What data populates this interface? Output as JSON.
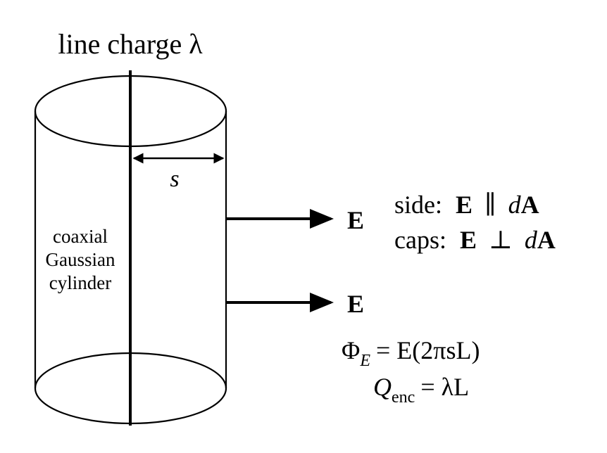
{
  "diagram": {
    "title": "line charge λ",
    "radius_label": "s",
    "cylinder_label_lines": [
      "coaxial",
      "Gaussian",
      "cylinder"
    ],
    "field_label": "E",
    "field_label_lower": "E",
    "side_relation": {
      "prefix": "side:",
      "lhs": "E",
      "symbol": "∥",
      "rhs_d": "d",
      "rhs_A": "A"
    },
    "caps_relation": {
      "prefix": "caps:",
      "lhs": "E",
      "symbol": "⊥",
      "rhs_d": "d",
      "rhs_A": "A"
    },
    "flux_equation": {
      "lhs": "Φ",
      "lhs_sub": "E",
      "rhs": "= E(2πsL)"
    },
    "charge_equation": {
      "lhs": "Q",
      "lhs_sub": "enc",
      "rhs": "= λL"
    },
    "colors": {
      "stroke": "#000000",
      "background": "#ffffff"
    }
  }
}
